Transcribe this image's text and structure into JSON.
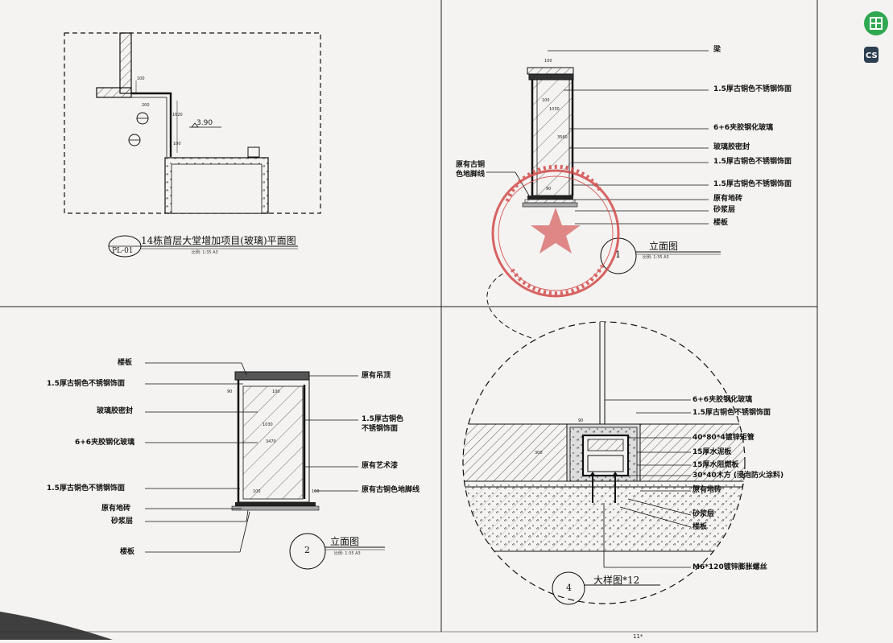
{
  "panel1": {
    "title": "14栋首层大堂增加项目(玻璃)平面图",
    "scale": "比例: 1:35 A3",
    "tag": "PL-01",
    "level": "3.90",
    "dims": [
      "100",
      "200",
      "1620",
      "100"
    ]
  },
  "panel2": {
    "title": "立面图",
    "scale": "比例: 1:35 A3",
    "number": "1",
    "labels": {
      "beam": "梁",
      "cladding_top": "1.5厚古铜色不锈钢饰面",
      "glass": "6+6夹胶钢化玻璃",
      "sealant": "玻璃胶密封",
      "cladding_mid": "1.5厚古铜色不锈钢饰面",
      "cladding_low": "1.5厚古铜色不锈钢饰面",
      "floor_tile": "原有地砖",
      "mortar": "砂浆层",
      "slab": "楼板",
      "baseboard_left": "原有古铜",
      "baseboard_left2": "色地脚线"
    },
    "dims": [
      "100",
      "100",
      "1030",
      "3560",
      "90"
    ]
  },
  "panel3": {
    "title": "立面图",
    "scale": "比例: 1:35 A3",
    "number": "2",
    "labels": {
      "slab_top": "楼板",
      "cladding_top": "1.5厚古铜色不锈钢饰面",
      "sealant": "玻璃胶密封",
      "glass": "6+6夹胶钢化玻璃",
      "cladding_low": "1.5厚古铜色不锈钢饰面",
      "floor_tile": "原有地砖",
      "mortar": "砂浆层",
      "slab_bottom": "楼板",
      "ceiling": "原有吊顶",
      "cladding_right1": "1.5厚古铜色",
      "cladding_right2": "不锈钢饰面",
      "paint": "原有艺术漆",
      "baseboard": "原有古铜色地脚线"
    },
    "dims": [
      "90",
      "100",
      "1030",
      "3470",
      "100",
      "100"
    ]
  },
  "panel4": {
    "title": "大样图*12",
    "number": "4",
    "labels": {
      "glass": "6+6夹胶钢化玻璃",
      "cladding": "1.5厚古铜色不锈钢饰面",
      "tube": "40*80*4镀锌矩管",
      "cement_board": "15厚水泥板",
      "fire_board": "15厚水阻燃板",
      "timber": "30*40木方 (浸泡防火涂料)",
      "floor_tile": "原有地砖",
      "mortar": "砂浆层",
      "slab": "楼板",
      "bolt": "M6*120镀锌膨胀螺丝"
    },
    "dims": [
      "90",
      "300"
    ]
  },
  "footer": {
    "page": "11*"
  },
  "colors": {
    "stamp": "#d24a4a",
    "line": "#111111",
    "paper": "#f4f3f1",
    "app_green": "#2fa84f"
  },
  "icons": [
    "app-green-icon",
    "cs-scanner-icon"
  ]
}
